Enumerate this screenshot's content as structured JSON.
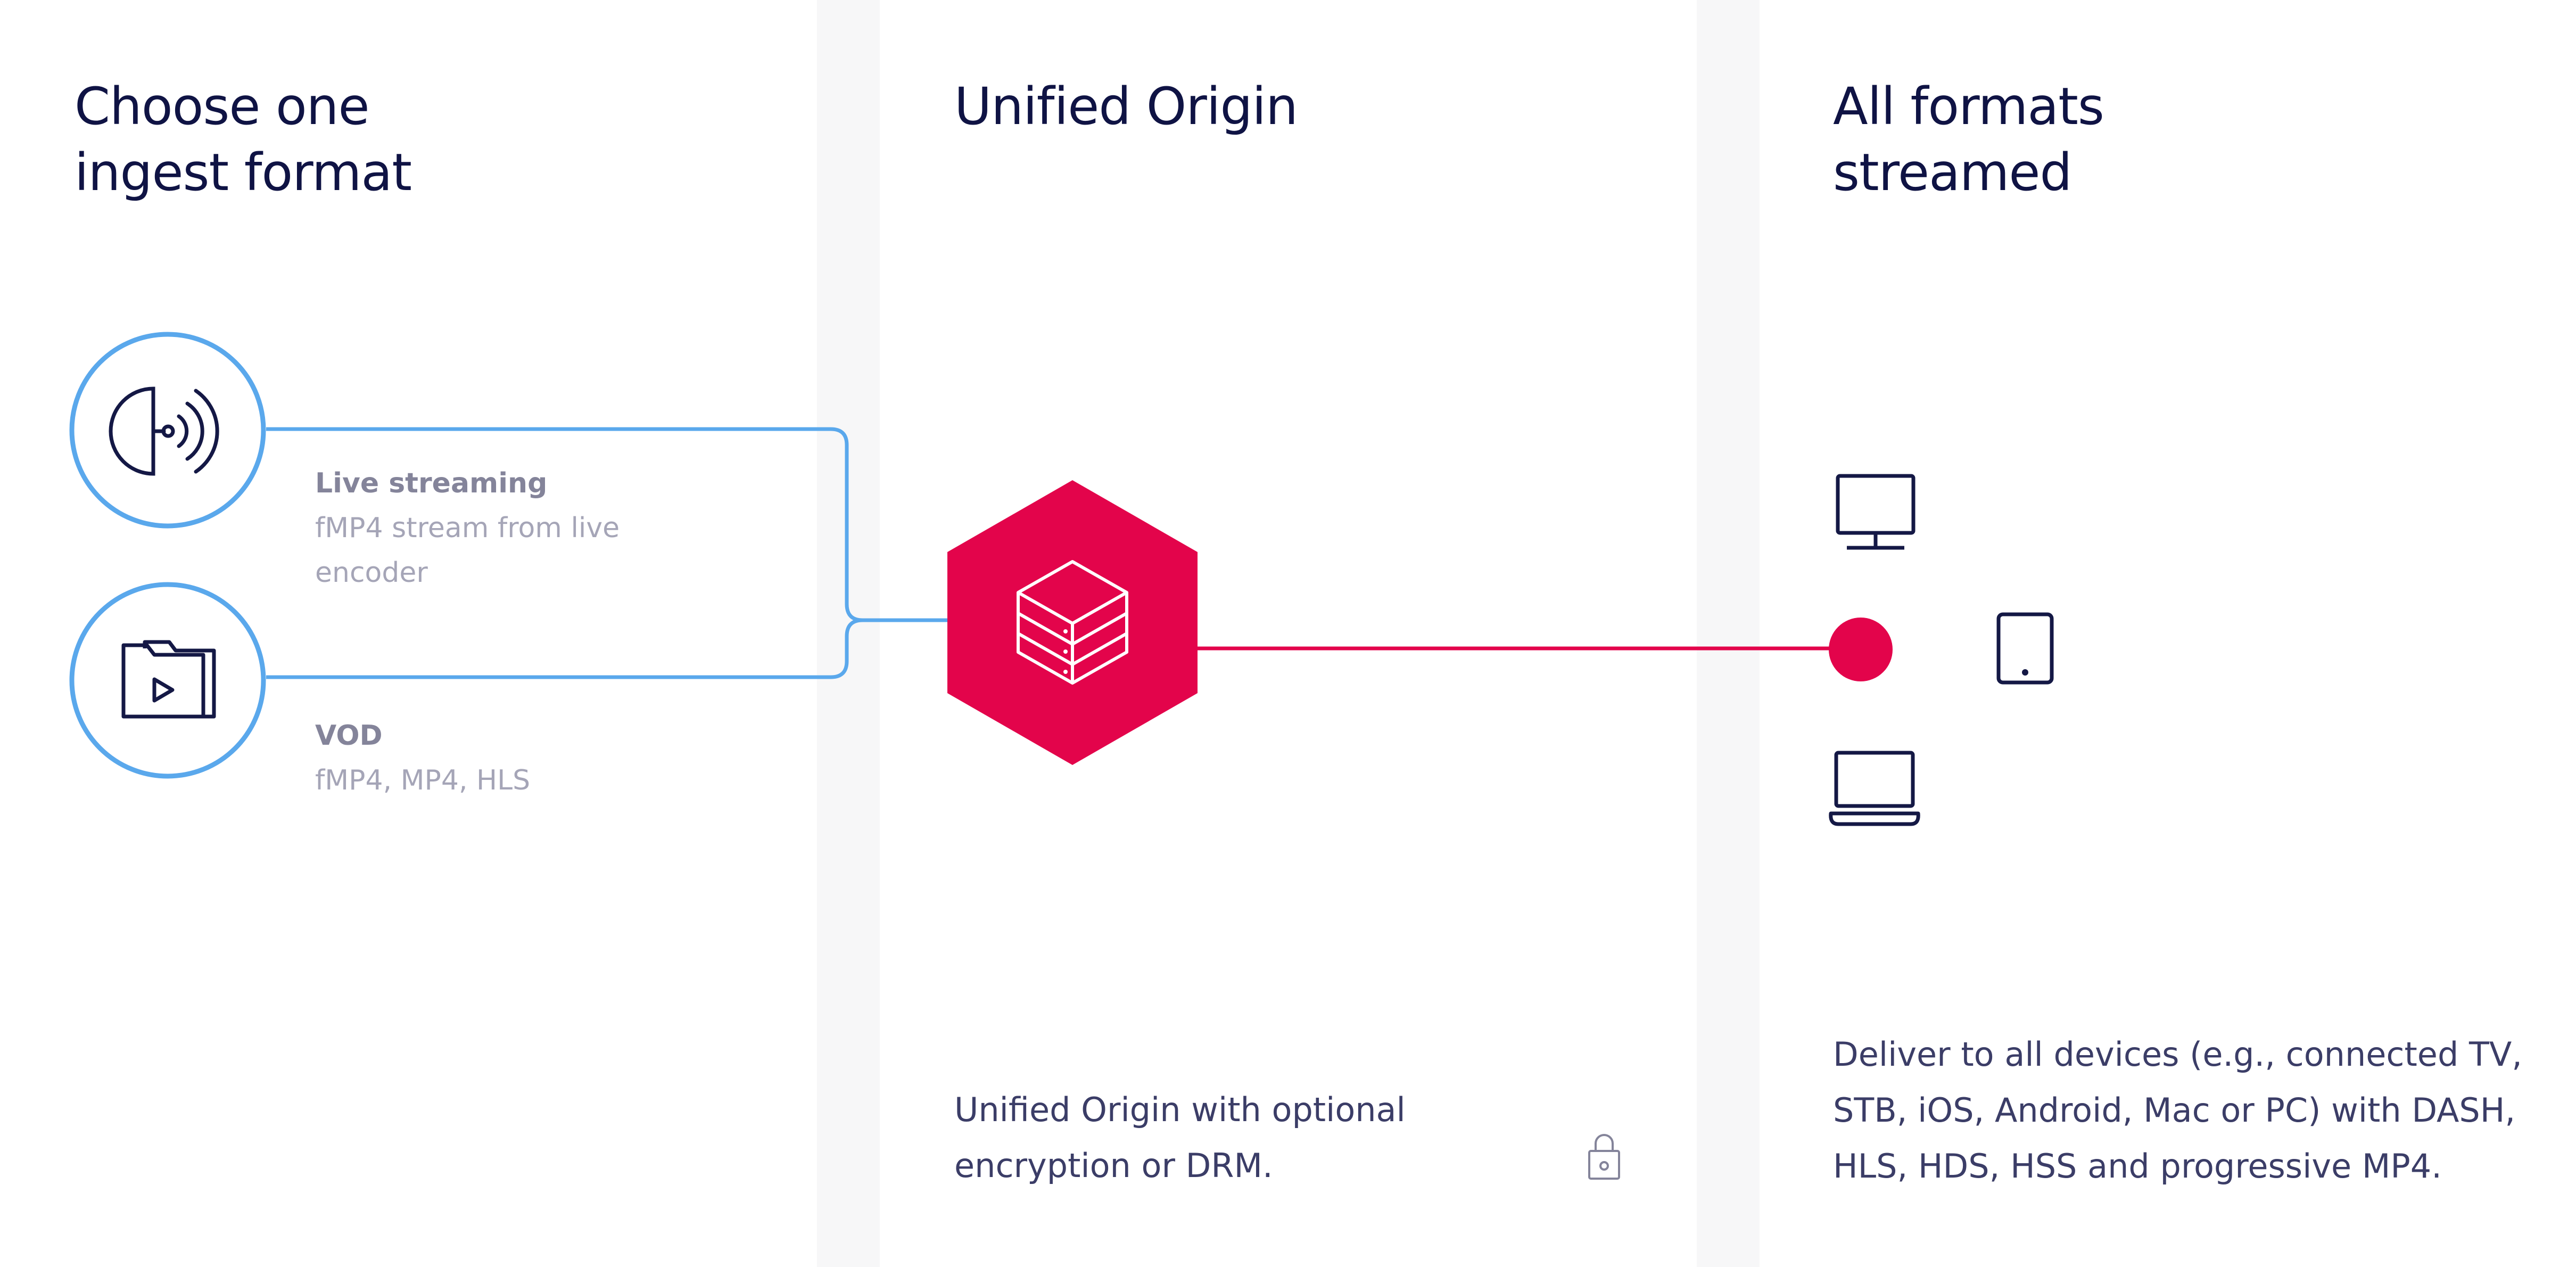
{
  "colors": {
    "heading": "#0f1344",
    "accent_blue": "#5aa8ec",
    "brand_red": "#e3044b",
    "muted_label": "#84849a",
    "muted_text": "#a5a5b7",
    "body_text": "#3b3d67",
    "icon_stroke": "#141845"
  },
  "columns": {
    "ingest": {
      "heading": "Choose one\ningest format",
      "items": [
        {
          "icon": "live-broadcast-icon",
          "title": "Live streaming",
          "description": "fMP4 stream from live\nencoder"
        },
        {
          "icon": "video-folder-icon",
          "title": "VOD",
          "description": "fMP4, MP4, HLS"
        }
      ]
    },
    "origin": {
      "heading": "Unified Origin",
      "icon": "server-stack-icon",
      "description": "Unified Origin with optional\nencryption or DRM.",
      "lock_icon": "lock-icon"
    },
    "output": {
      "heading": "All formats\nstreamed",
      "devices": [
        "monitor-icon",
        "tablet-icon",
        "laptop-icon"
      ],
      "description": "Deliver to all devices (e.g., connected TV,\nSTB, iOS, Android, Mac or PC) with DASH,\nHLS, HDS, HSS and progressive MP4."
    }
  }
}
